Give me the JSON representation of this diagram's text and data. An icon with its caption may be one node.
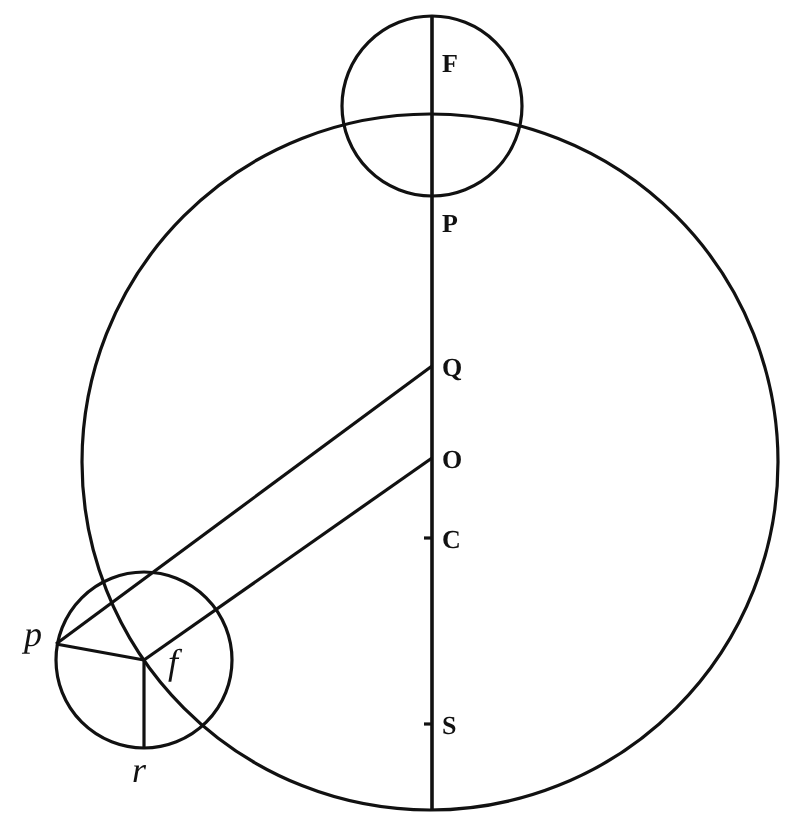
{
  "diagram": {
    "labels": [
      "F",
      "P",
      "Q",
      "O",
      "C",
      "S",
      "p",
      "f",
      "r"
    ]
  }
}
